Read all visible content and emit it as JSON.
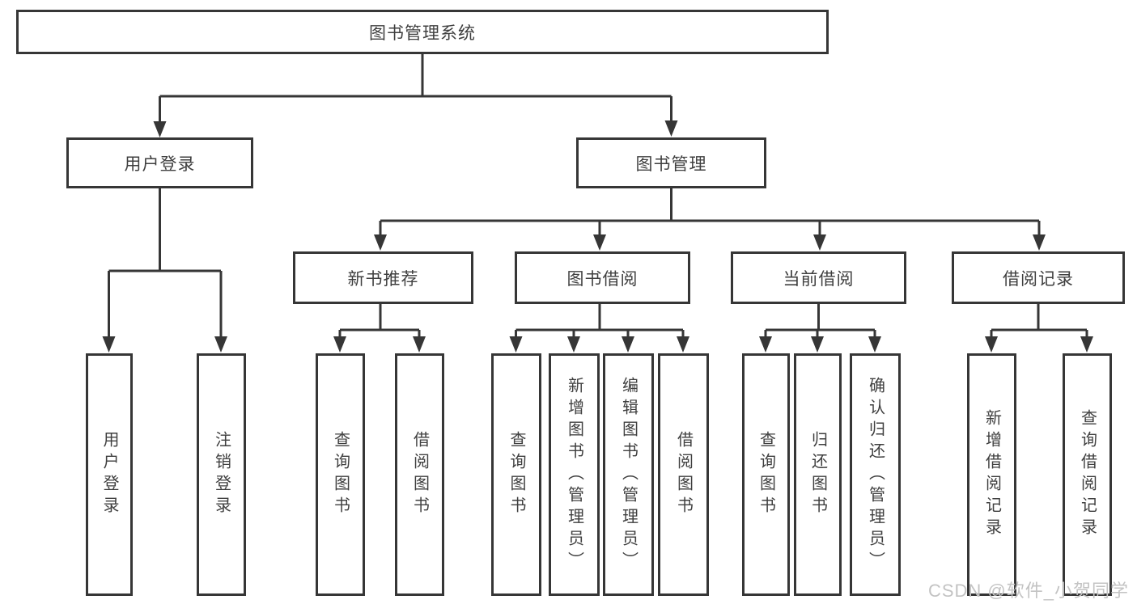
{
  "diagram": {
    "line_color": "#363636",
    "text_color": "#3f3f3f",
    "background": "#ffffff",
    "nodes": {
      "root": "图书管理系统",
      "user_login": "用户登录",
      "book_mgmt": "图书管理",
      "new_book_rec": "新书推荐",
      "book_borrow": "图书借阅",
      "current_borrow": "当前借阅",
      "borrow_records": "借阅记录",
      "leaf_user_login": "用户登录",
      "leaf_logout": "注销登录",
      "leaf_nb_query": "查询图书",
      "leaf_nb_borrow": "借阅图书",
      "leaf_bb_query": "查询图书",
      "leaf_bb_add": "新增图书（管理员）",
      "leaf_bb_edit": "编辑图书（管理员）",
      "leaf_bb_borrow": "借阅图书",
      "leaf_cb_query": "查询图书",
      "leaf_cb_return": "归还图书",
      "leaf_cb_confirm": "确认归还（管理员）",
      "leaf_br_add": "新增借阅记录",
      "leaf_br_query": "查询借阅记录"
    },
    "hierarchy": {
      "图书管理系统": {
        "用户登录": [
          "用户登录",
          "注销登录"
        ],
        "图书管理": {
          "新书推荐": [
            "查询图书",
            "借阅图书"
          ],
          "图书借阅": [
            "查询图书",
            "新增图书（管理员）",
            "编辑图书（管理员）",
            "借阅图书"
          ],
          "当前借阅": [
            "查询图书",
            "归还图书",
            "确认归还（管理员）"
          ],
          "借阅记录": [
            "新增借阅记录",
            "查询借阅记录"
          ]
        }
      }
    }
  },
  "watermark": {
    "text": "CSDN @软件_小贺同学",
    "color": "#c3c3c3"
  }
}
